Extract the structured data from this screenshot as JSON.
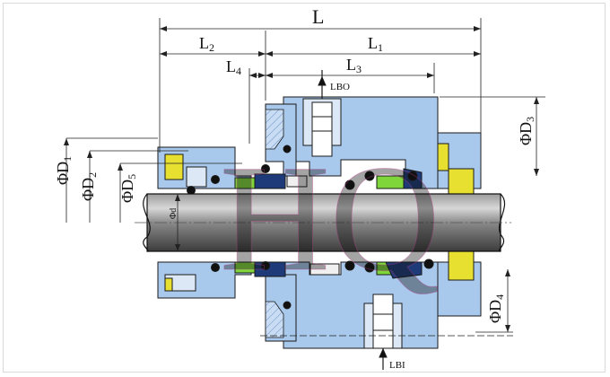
{
  "labels": {
    "L": "L",
    "L1": {
      "main": "L",
      "sub": "1"
    },
    "L2": {
      "main": "L",
      "sub": "2"
    },
    "L3": {
      "main": "L",
      "sub": "3"
    },
    "L4": {
      "main": "L",
      "sub": "4"
    },
    "D1": {
      "main": "ΦD",
      "sub": "1"
    },
    "D2": {
      "main": "ΦD",
      "sub": "2"
    },
    "D3": {
      "main": "ΦD",
      "sub": "3"
    },
    "D4": {
      "main": "ΦD",
      "sub": "4"
    },
    "D5": {
      "main": "ΦD",
      "sub": "5"
    },
    "d": "Φd",
    "LBO": "LBO",
    "LBI": "LBI",
    "watermark": "HQ"
  },
  "colors": {
    "housing": "#a8c8ec",
    "housing_light": "#c8dcf4",
    "outline": "#1a1a1a",
    "shaft": "#6b6b6b",
    "shaft_light": "#bdbdbd",
    "face_green": "#7ed63a",
    "seal_dark": "#1f3a78",
    "collar_yellow": "#e8e030",
    "watermark": "#e060b0",
    "dimension": "#222222"
  }
}
